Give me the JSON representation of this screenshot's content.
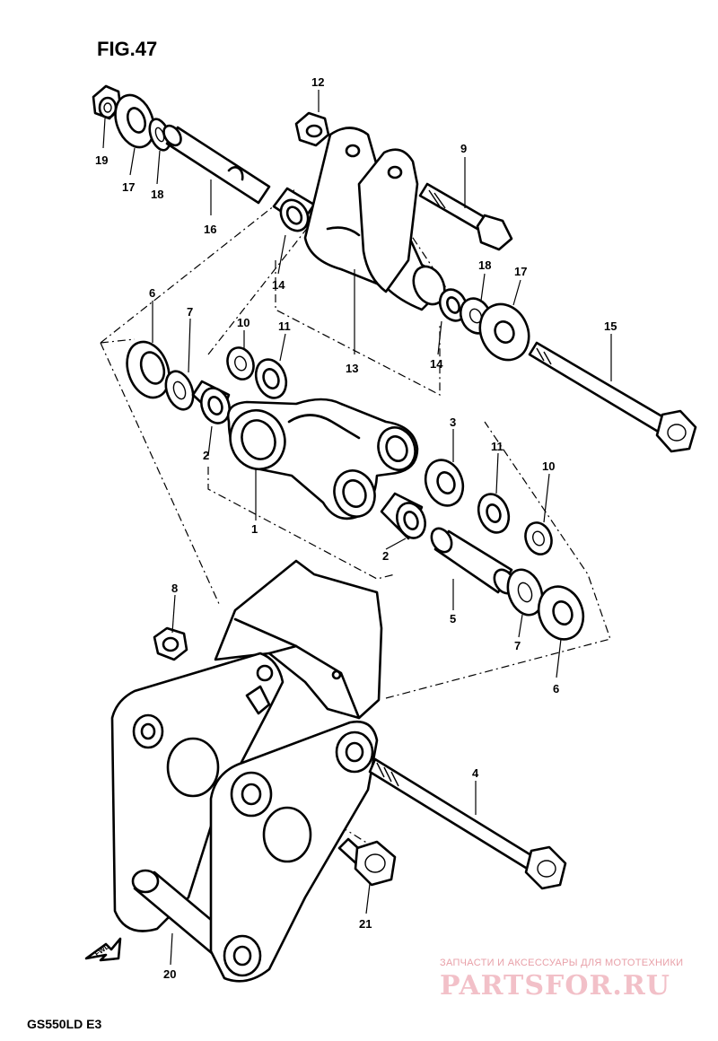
{
  "figure": {
    "title": "FIG.47",
    "model": "GS550LD  E3"
  },
  "callouts": [
    {
      "id": "c1",
      "label": "1"
    },
    {
      "id": "c2a",
      "label": "2"
    },
    {
      "id": "c2b",
      "label": "2"
    },
    {
      "id": "c3",
      "label": "3"
    },
    {
      "id": "c4",
      "label": "4"
    },
    {
      "id": "c5",
      "label": "5"
    },
    {
      "id": "c6a",
      "label": "6"
    },
    {
      "id": "c6b",
      "label": "6"
    },
    {
      "id": "c7a",
      "label": "7"
    },
    {
      "id": "c7b",
      "label": "7"
    },
    {
      "id": "c8",
      "label": "8"
    },
    {
      "id": "c9",
      "label": "9"
    },
    {
      "id": "c10a",
      "label": "10"
    },
    {
      "id": "c10b",
      "label": "10"
    },
    {
      "id": "c11a",
      "label": "11"
    },
    {
      "id": "c11b",
      "label": "11"
    },
    {
      "id": "c12",
      "label": "12"
    },
    {
      "id": "c13",
      "label": "13"
    },
    {
      "id": "c14a",
      "label": "14"
    },
    {
      "id": "c14b",
      "label": "14"
    },
    {
      "id": "c15",
      "label": "15"
    },
    {
      "id": "c16",
      "label": "16"
    },
    {
      "id": "c17a",
      "label": "17"
    },
    {
      "id": "c17b",
      "label": "17"
    },
    {
      "id": "c18a",
      "label": "18"
    },
    {
      "id": "c18b",
      "label": "18"
    },
    {
      "id": "c19",
      "label": "19"
    },
    {
      "id": "c20",
      "label": "20"
    },
    {
      "id": "c21",
      "label": "21"
    }
  ],
  "forward_mark": "FWD",
  "watermark": {
    "tagline": "ЗАПЧАСТИ И АКСЕССУАРЫ ДЛЯ МОТОТЕХНИКИ",
    "brand": "PARTSFOR.RU"
  }
}
